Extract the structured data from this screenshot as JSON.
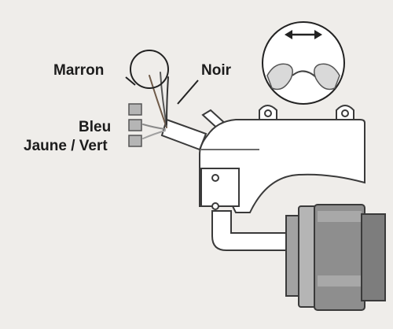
{
  "labels": {
    "marron": "Marron",
    "noir": "Noir",
    "bleu": "Bleu",
    "jaune_vert": "Jaune / Vert"
  },
  "colors": {
    "background": "#efedea",
    "body_fill": "#ffffff",
    "outline": "#3a3a3a",
    "terminal": "#b5b5b5",
    "connector": "#8e8e8e"
  },
  "icons": {
    "zoom": "wire-strip-detail-icon",
    "arrow": "double-arrow-icon"
  }
}
